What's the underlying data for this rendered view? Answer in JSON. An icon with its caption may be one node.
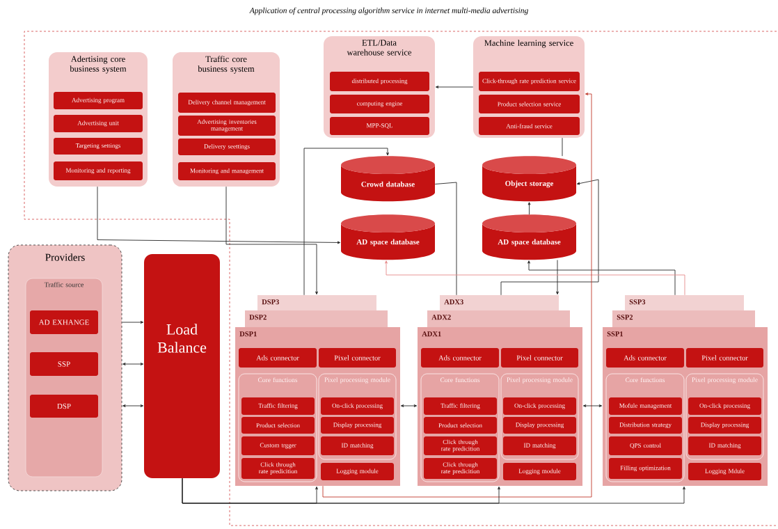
{
  "diagram": {
    "title": "Application of central processing algorithm service in internet multi-media advertising",
    "nodes": [
      {
        "text": [
          "Adertising core business system"
        ]
      },
      {
        "text": [
          "Advertising program"
        ],
        "in": 0
      },
      {
        "text": [
          "Advertising unit"
        ],
        "in": 0
      },
      {
        "text": [
          "Targeting settings"
        ],
        "in": 0
      },
      {
        "text": [
          "Monitoring and reporting"
        ],
        "in": 0
      },
      {
        "text": [
          "Traffic core business system"
        ]
      },
      {
        "text": [
          "Delivery channel management"
        ],
        "in": 5
      },
      {
        "text": [
          "Advertising inventories management"
        ],
        "in": 5
      },
      {
        "text": [
          "Delivery seettings"
        ],
        "in": 5
      },
      {
        "text": [
          "Monitoring and management"
        ],
        "in": 5
      },
      {
        "text": [
          "ETL/Data warehouse service"
        ]
      },
      {
        "text": [
          "distributed processing"
        ],
        "in": 10
      },
      {
        "text": [
          "computing engine"
        ],
        "in": 10
      },
      {
        "text": [
          "MPP-SQL"
        ],
        "in": 10
      },
      {
        "text": [
          "Machine learning service"
        ]
      },
      {
        "text": [
          "Click-through rate prediction service"
        ],
        "in": 14
      },
      {
        "text": [
          "Product selection service"
        ],
        "in": 14
      },
      {
        "text": [
          "Anti-fraud service"
        ],
        "in": 14
      },
      {
        "text": [
          "Crowd database"
        ]
      },
      {
        "text": [
          "Object storage"
        ]
      },
      {
        "text": [
          "AD space database"
        ]
      },
      {
        "text": [
          "AD space database"
        ]
      },
      {
        "text": [
          "Providers"
        ]
      },
      {
        "text": [
          "Traffic source"
        ],
        "in": 22
      },
      {
        "text": [
          "AD EXHANGE"
        ],
        "in": 23
      },
      {
        "text": [
          "SSP"
        ],
        "in": 23
      },
      {
        "text": [
          "DSP"
        ],
        "in": 23
      },
      {
        "text": [
          "Load Balance"
        ]
      },
      {
        "text": [
          "DSP3"
        ]
      },
      {
        "text": [
          "DSP2"
        ]
      },
      {
        "text": [
          "DSP1"
        ]
      },
      {
        "text": [
          "Ads connector"
        ],
        "in": 30
      },
      {
        "text": [
          "Pixel connector"
        ],
        "in": 30
      },
      {
        "text": [
          "Core functions"
        ],
        "in": 30
      },
      {
        "text": [
          "Traffic filtering"
        ],
        "in": 33
      },
      {
        "text": [
          "Product selection"
        ],
        "in": 33
      },
      {
        "text": [
          "Custom trgger"
        ],
        "in": 33
      },
      {
        "text": [
          "Click through rate predicition"
        ],
        "in": 33
      },
      {
        "text": [
          "Pixel processing module"
        ],
        "in": 30
      },
      {
        "text": [
          "On-click processing"
        ],
        "in": 38
      },
      {
        "text": [
          "Display processing"
        ],
        "in": 38
      },
      {
        "text": [
          "ID matching"
        ],
        "in": 38
      },
      {
        "text": [
          "Logging module"
        ],
        "in": 30
      },
      {
        "text": [
          "ADX3"
        ]
      },
      {
        "text": [
          "ADX2"
        ]
      },
      {
        "text": [
          "ADX1"
        ]
      },
      {
        "text": [
          "Ads connector"
        ],
        "in": 45
      },
      {
        "text": [
          "Pixel connector"
        ],
        "in": 45
      },
      {
        "text": [
          "Core functions"
        ],
        "in": 45
      },
      {
        "text": [
          "Traffic filtering"
        ],
        "in": 48
      },
      {
        "text": [
          "Product selection"
        ],
        "in": 48
      },
      {
        "text": [
          "Click through rate predicition"
        ],
        "in": 48
      },
      {
        "text": [
          "Click through rate predicition"
        ],
        "in": 48
      },
      {
        "text": [
          "Pixel processing module"
        ],
        "in": 45
      },
      {
        "text": [
          "On-click processing"
        ],
        "in": 53
      },
      {
        "text": [
          "Display processing"
        ],
        "in": 53
      },
      {
        "text": [
          "ID matching"
        ],
        "in": 53
      },
      {
        "text": [
          "Logging module"
        ],
        "in": 45
      },
      {
        "text": [
          "SSP3"
        ]
      },
      {
        "text": [
          "SSP2"
        ]
      },
      {
        "text": [
          "SSP1"
        ]
      },
      {
        "text": [
          "Ads connector"
        ],
        "in": 60
      },
      {
        "text": [
          "Pixel connector"
        ],
        "in": 60
      },
      {
        "text": [
          "Core functions"
        ],
        "in": 60
      },
      {
        "text": [
          "Mofule management"
        ],
        "in": 63
      },
      {
        "text": [
          "Distribution strategy"
        ],
        "in": 63
      },
      {
        "text": [
          "QPS control"
        ],
        "in": 63
      },
      {
        "text": [
          "Filling optimization"
        ],
        "in": 63
      },
      {
        "text": [
          "Pixel processing module"
        ],
        "in": 60
      },
      {
        "text": [
          "On-click processing"
        ],
        "in": 68
      },
      {
        "text": [
          "Display processing"
        ],
        "in": 68
      },
      {
        "text": [
          "ID matching"
        ],
        "in": 68
      },
      {
        "text": [
          "Logging Mdule"
        ],
        "in": 60
      }
    ],
    "edges": [
      {
        "from": 14,
        "to": 10,
        "arrow": "to"
      },
      {
        "from": 14,
        "to": 19,
        "arrow": "none"
      },
      {
        "from": 21,
        "to": 19,
        "arrow": "to"
      },
      {
        "from": 43,
        "to": 19,
        "arrow": "to"
      },
      {
        "from": 21,
        "to": 43,
        "arrow": "to"
      },
      {
        "from": 18,
        "to": 43,
        "arrow": "none"
      },
      {
        "from": 58,
        "to": 21,
        "arrow": "to"
      },
      {
        "from": 58,
        "to": 20,
        "arrow": "to",
        "color": "#e58a8a"
      },
      {
        "from": 30,
        "to": 14,
        "arrow": "to",
        "color": "#c0392b"
      },
      {
        "from": 0,
        "to": 20,
        "arrow": "to"
      },
      {
        "from": 5,
        "to": 28,
        "arrow": "to"
      },
      {
        "from": 28,
        "to": 18,
        "arrow": "to"
      },
      {
        "from": 27,
        "to": 30,
        "arrow": "to"
      },
      {
        "from": 27,
        "to": 45,
        "arrow": "to"
      },
      {
        "from": 27,
        "to": 60,
        "arrow": "to"
      },
      {
        "from": 22,
        "to": 27,
        "arrow": "to"
      },
      {
        "from": 22,
        "to": 27,
        "arrow": "both"
      },
      {
        "from": 22,
        "to": 27,
        "arrow": "both"
      },
      {
        "from": 30,
        "to": 45,
        "arrow": "both"
      },
      {
        "from": 45,
        "to": 60,
        "arrow": "both"
      }
    ]
  }
}
